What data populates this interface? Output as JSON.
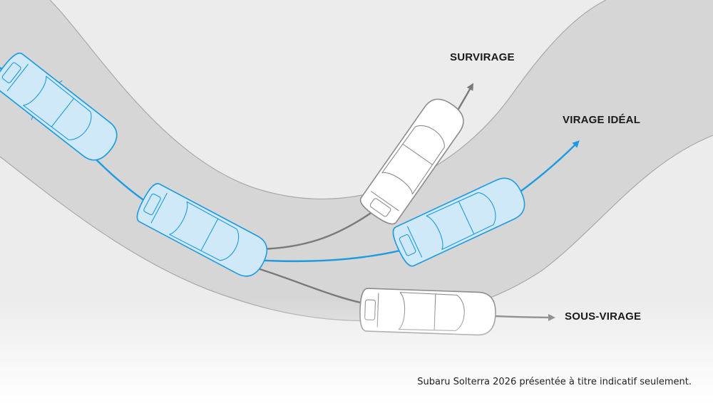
{
  "labels": {
    "oversteer": "SURVIRAGE",
    "ideal": "VIRAGE IDÉAL",
    "understeer": "SOUS-VIRAGE"
  },
  "disclaimer": "Subaru Solterra 2026 présentée à titre indicatif seulement.",
  "colors": {
    "background": "#ececec",
    "road": "#d6d6d6",
    "road_edge": "#9b9b9b",
    "blue": "#1e9be0",
    "blue_fill": "#cfe9f8",
    "grey_path": "#7a7a7a",
    "white_car": "#ffffff",
    "white_car_stroke": "#8c8c8c"
  }
}
